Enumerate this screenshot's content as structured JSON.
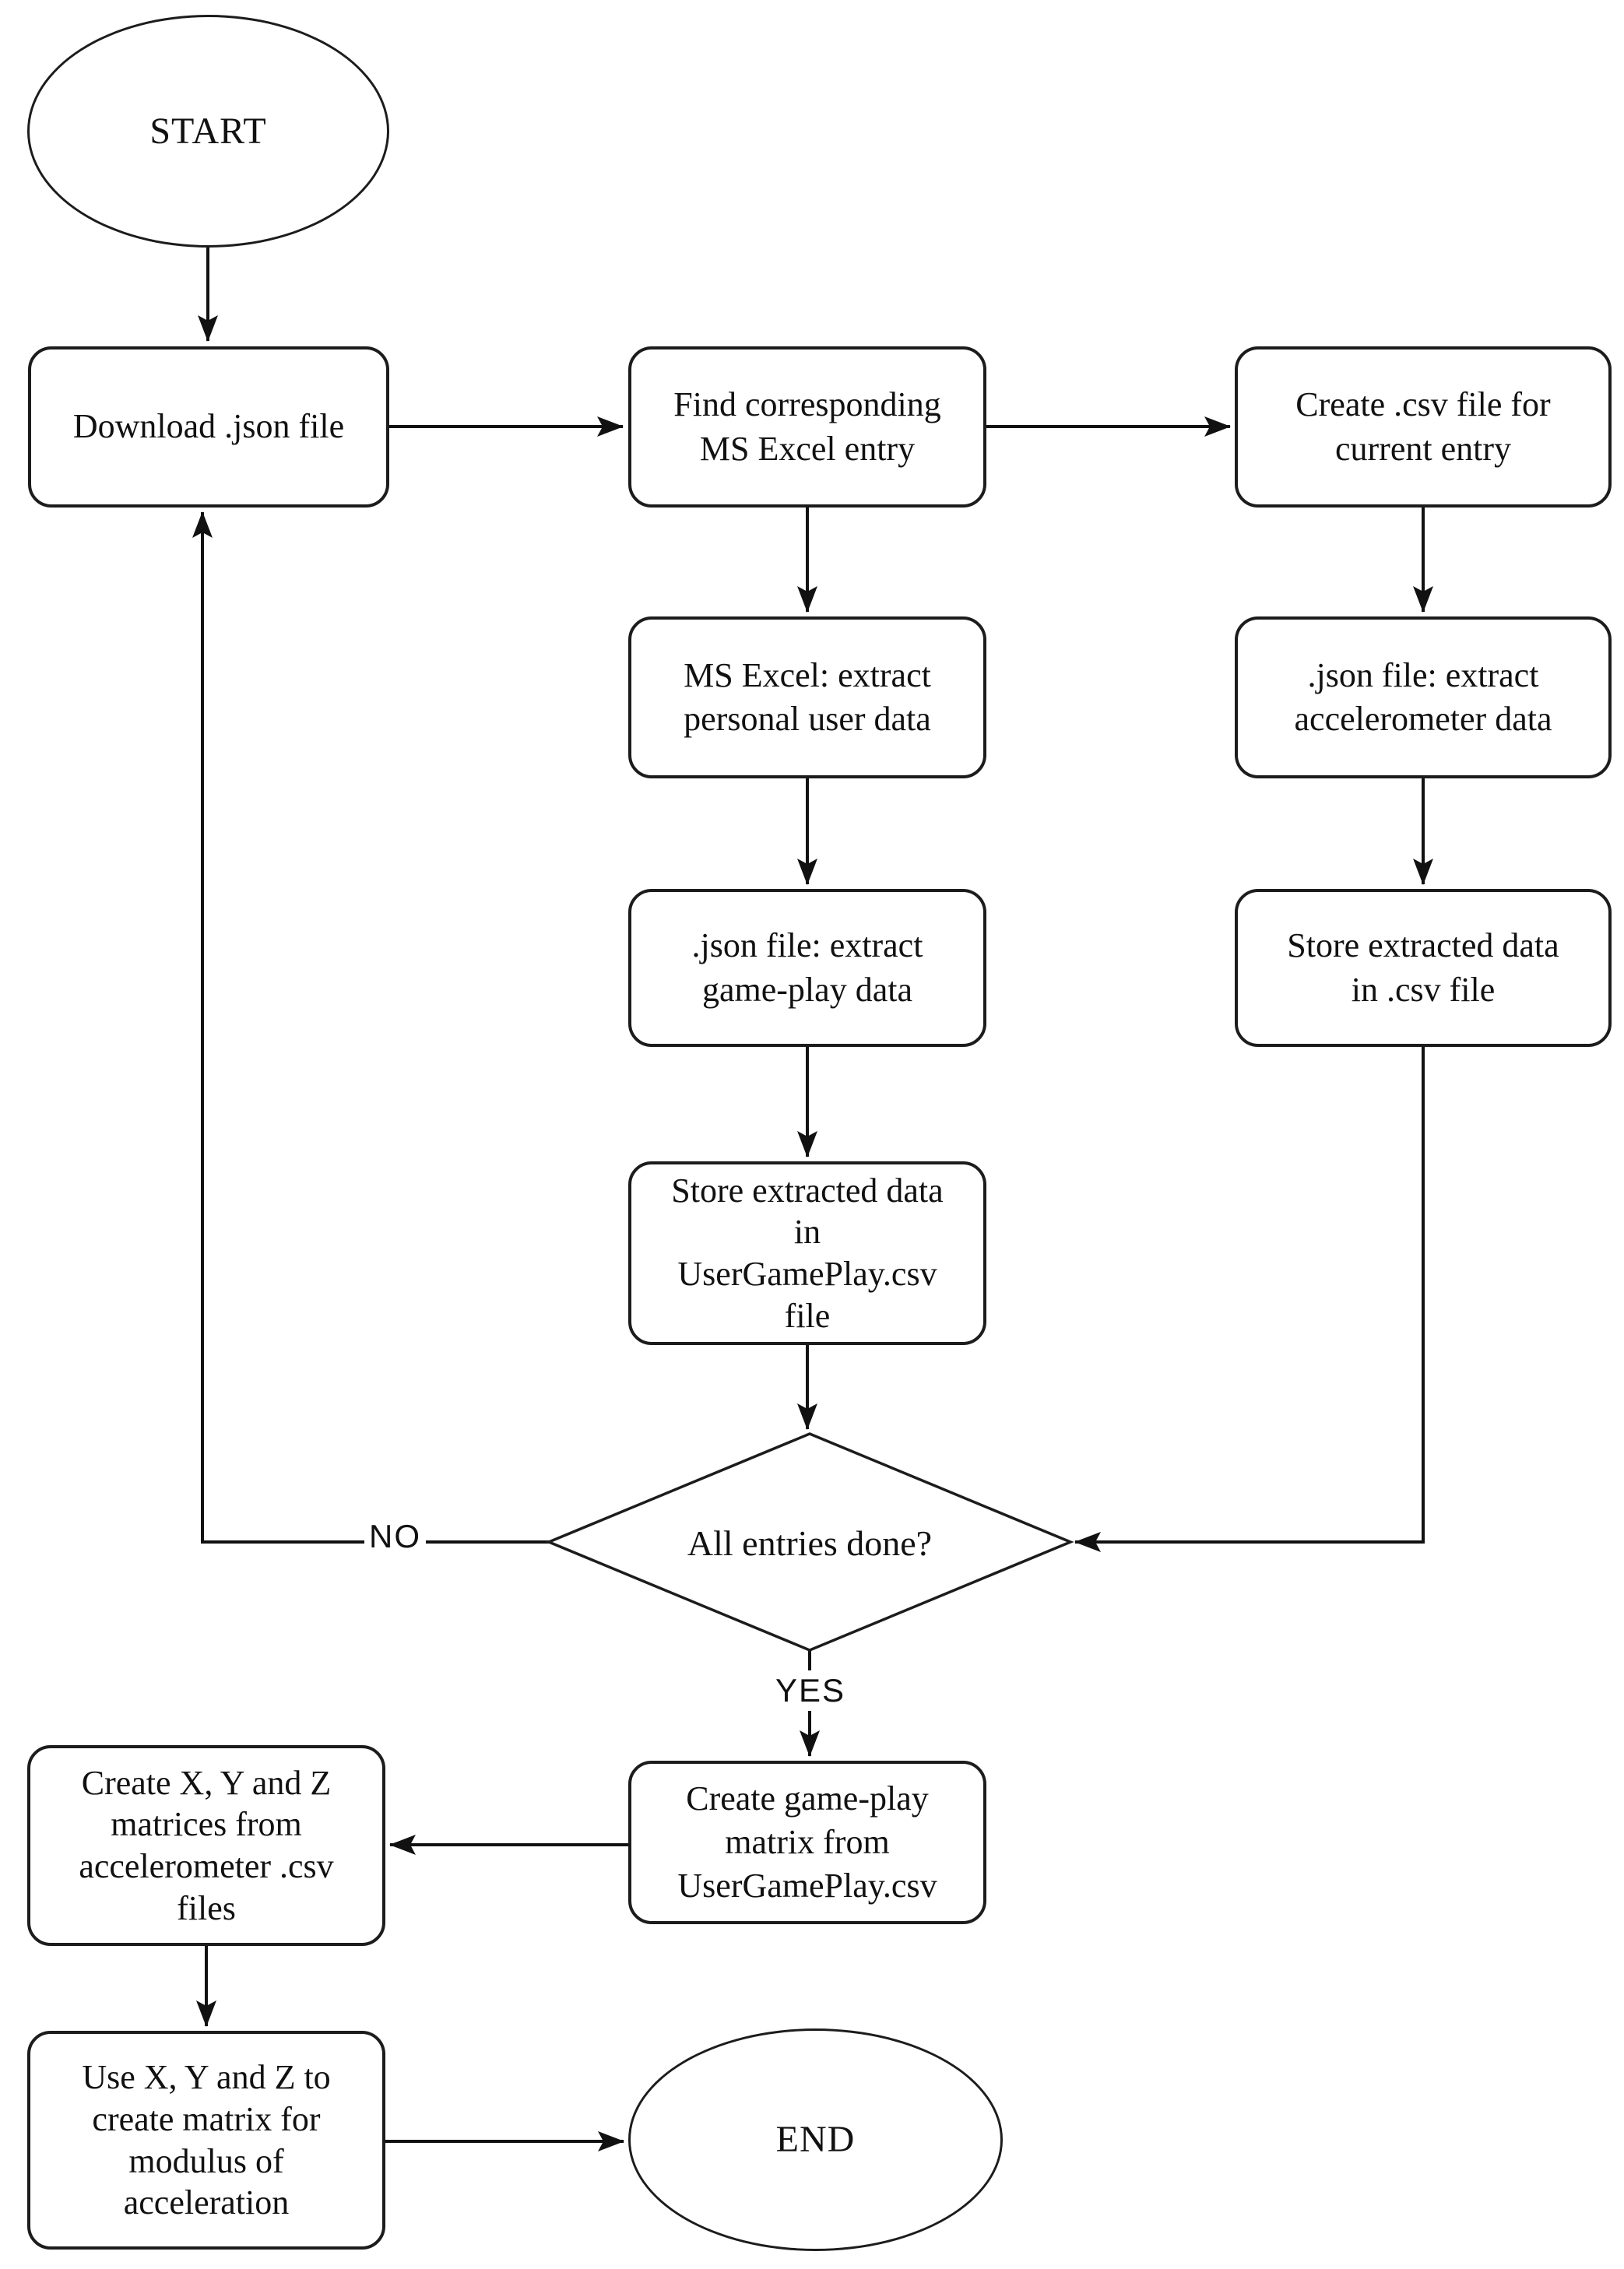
{
  "flowchart": {
    "kind": "flowchart",
    "decision_question": "All entries done?",
    "nodes": [
      {
        "id": "start",
        "type": "terminator",
        "label": "START"
      },
      {
        "id": "download-json",
        "type": "process",
        "label": "Download .json file"
      },
      {
        "id": "find-excel",
        "type": "process",
        "label": "Find corresponding\nMS Excel entry"
      },
      {
        "id": "create-csv",
        "type": "process",
        "label": "Create .csv file for\ncurrent entry"
      },
      {
        "id": "excel-extract",
        "type": "process",
        "label": "MS Excel: extract\npersonal user data"
      },
      {
        "id": "json-accel",
        "type": "process",
        "label": ".json file: extract\naccelerometer data"
      },
      {
        "id": "json-gameplay",
        "type": "process",
        "label": ".json file: extract\ngame-play data"
      },
      {
        "id": "store-csv",
        "type": "process",
        "label": "Store extracted data\nin .csv file"
      },
      {
        "id": "store-ugp",
        "type": "process",
        "label": "Store extracted data\nin\nUserGamePlay.csv\nfile"
      },
      {
        "id": "all-done",
        "type": "decision",
        "label": "All entries done?"
      },
      {
        "id": "create-matrix",
        "type": "process",
        "label": "Create game-play\nmatrix from\nUserGamePlay.csv"
      },
      {
        "id": "create-xyz",
        "type": "process",
        "label": "Create X, Y and Z\nmatrices from\naccelerometer .csv\nfiles"
      },
      {
        "id": "use-xyz",
        "type": "process",
        "label": "Use X, Y and Z to\ncreate matrix for\nmodulus of\nacceleration"
      },
      {
        "id": "end",
        "type": "terminator",
        "label": "END"
      }
    ],
    "edge_labels": {
      "no": "NO",
      "yes": "YES"
    },
    "edges": [
      {
        "from": "start",
        "to": "download-json"
      },
      {
        "from": "download-json",
        "to": "find-excel"
      },
      {
        "from": "find-excel",
        "to": "create-csv"
      },
      {
        "from": "find-excel",
        "to": "excel-extract"
      },
      {
        "from": "create-csv",
        "to": "json-accel"
      },
      {
        "from": "excel-extract",
        "to": "json-gameplay"
      },
      {
        "from": "json-accel",
        "to": "store-csv"
      },
      {
        "from": "json-gameplay",
        "to": "store-ugp"
      },
      {
        "from": "store-ugp",
        "to": "all-done"
      },
      {
        "from": "store-csv",
        "to": "all-done"
      },
      {
        "from": "all-done",
        "to": "download-json",
        "label": "NO"
      },
      {
        "from": "all-done",
        "to": "create-matrix",
        "label": "YES"
      },
      {
        "from": "create-matrix",
        "to": "create-xyz"
      },
      {
        "from": "create-xyz",
        "to": "use-xyz"
      },
      {
        "from": "use-xyz",
        "to": "end"
      }
    ],
    "colors": {
      "stroke": "#1c1c1c",
      "fill": "#ffffff",
      "text": "#111111"
    }
  }
}
